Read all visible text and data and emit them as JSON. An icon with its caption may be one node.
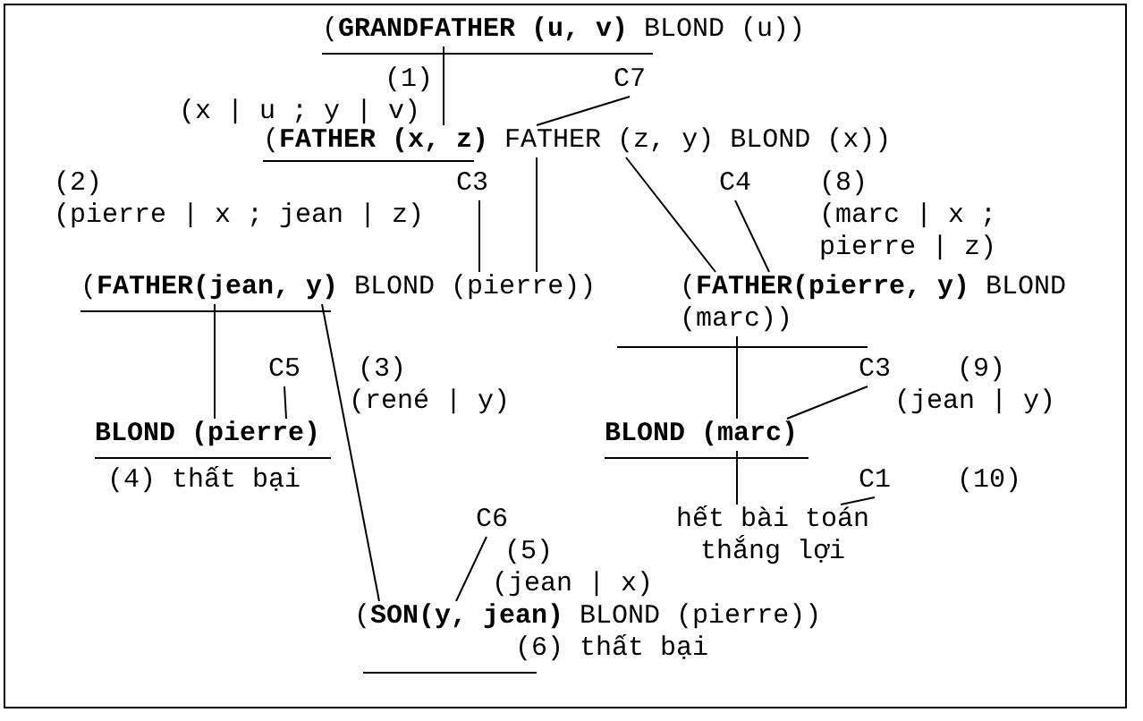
{
  "diagram": {
    "nodes": [
      {
        "text": [
          "(**GRANDFATHER (u, v)** BLOND (u))"
        ]
      },
      {
        "text": [
          "C7"
        ]
      },
      {
        "text": [
          "(**FATHER (x, z)** FATHER (z, y) BLOND (x))"
        ]
      },
      {
        "text": [
          "C3"
        ]
      },
      {
        "text": [
          "(**FATHER(jean, y)** BLOND (pierre))"
        ]
      },
      {
        "text": [
          "C4"
        ]
      },
      {
        "text": [
          "(**FATHER(pierre, y)** BLOND (marc))"
        ]
      },
      {
        "text": [
          "C5"
        ]
      },
      {
        "text": [
          "BLOND (pierre)"
        ]
      },
      {
        "text": [
          "C3"
        ]
      },
      {
        "text": [
          "BLOND (marc)"
        ]
      },
      {
        "text": [
          "C6"
        ]
      },
      {
        "text": [
          "C1"
        ]
      },
      {
        "text": [
          "(**SON(y, jean)** BLOND (pierre))"
        ]
      },
      {
        "text": [
          "hết bài toán thắng lợi"
        ]
      }
    ],
    "edges": [
      {
        "from": 0,
        "to": 2,
        "arrow": "none"
      },
      {
        "from": 1,
        "to": 2,
        "arrow": "none"
      },
      {
        "from": 2,
        "to": 4,
        "arrow": "none"
      },
      {
        "from": 3,
        "to": 4,
        "arrow": "none"
      },
      {
        "from": 2,
        "to": 6,
        "arrow": "none"
      },
      {
        "from": 5,
        "to": 6,
        "arrow": "none"
      },
      {
        "from": 4,
        "to": 8,
        "arrow": "none"
      },
      {
        "from": 7,
        "to": 8,
        "arrow": "none"
      },
      {
        "from": 4,
        "to": 13,
        "arrow": "none"
      },
      {
        "from": 11,
        "to": 13,
        "arrow": "none"
      },
      {
        "from": 6,
        "to": 10,
        "arrow": "none"
      },
      {
        "from": 9,
        "to": 10,
        "arrow": "none"
      },
      {
        "from": 10,
        "to": 14,
        "arrow": "none"
      },
      {
        "from": 12,
        "to": 14,
        "arrow": "none"
      }
    ],
    "labels": [
      "(1)",
      "(x | u ; y | v)",
      "(2)",
      "(8)",
      "(pierre | x ; jean | z)",
      "(marc | x ; pierre | z)",
      "(3)",
      "(9)",
      "(rené | y)",
      "(jean | y)",
      "(4) thất bại",
      "(10)",
      "(5)",
      "(jean | x)",
      "(6) thất bại"
    ]
  }
}
